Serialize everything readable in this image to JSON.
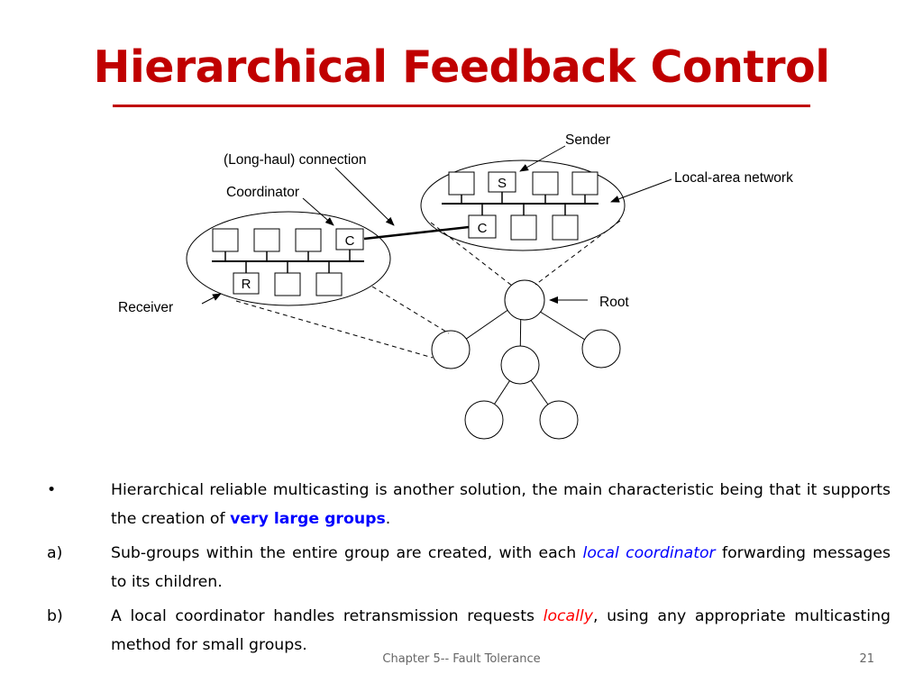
{
  "title": "Hierarchical Feedback Control",
  "diagram": {
    "labels": {
      "sender": "Sender",
      "connection": "(Long-haul) connection",
      "coordinator": "Coordinator",
      "local_area_network": "Local-area network",
      "receiver": "Receiver",
      "root": "Root"
    },
    "box_letters": {
      "sender_box": "S",
      "coordinator_right": "C",
      "coordinator_left": "C",
      "receiver_box": "R"
    }
  },
  "bullets": [
    {
      "marker": "•",
      "before": "Hierarchical reliable multicasting is another solution, the main characteristic being that it supports the creation of ",
      "highlight": "very large groups",
      "after": "."
    },
    {
      "marker": "a)",
      "before": "Sub-groups within the entire group are created, with each ",
      "highlight": "local coordinator",
      "after": " forwarding messages to its children."
    },
    {
      "marker": "b)",
      "before": "A local coordinator handles retransmission requests ",
      "highlight": "locally",
      "after": ", using any appropriate multicasting method for small groups."
    }
  ],
  "footer": {
    "chapter": "Chapter 5-- Fault Tolerance",
    "page": "21"
  }
}
